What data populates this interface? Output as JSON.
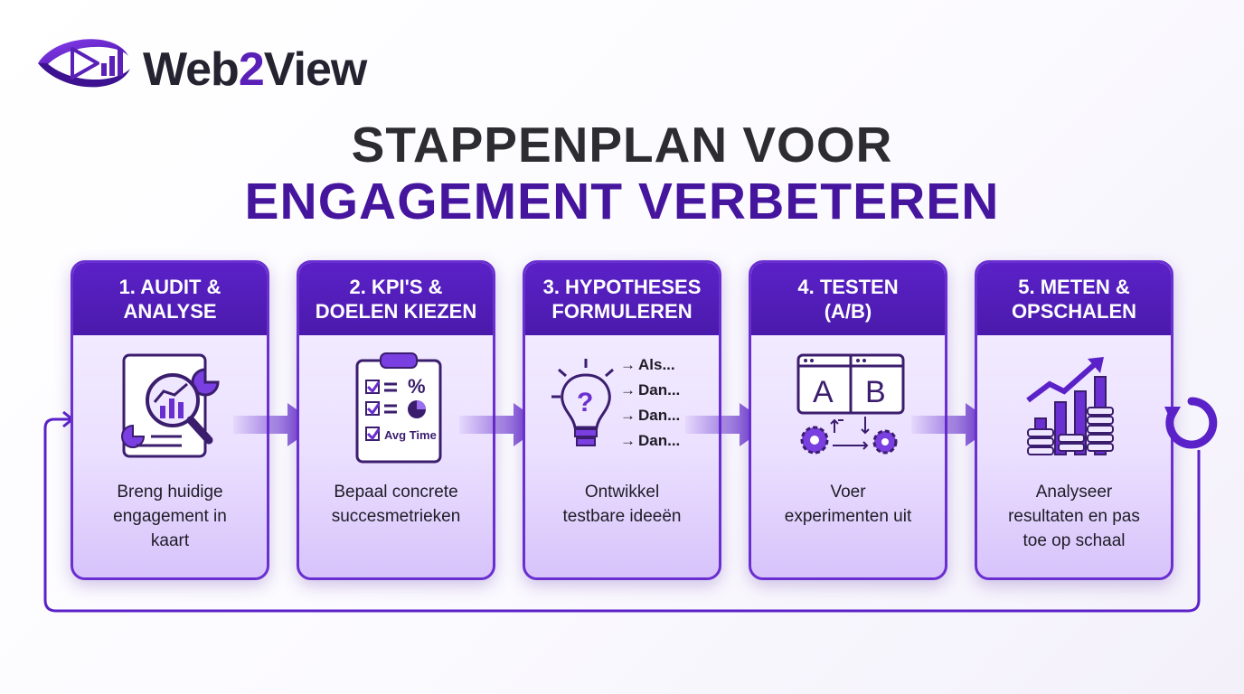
{
  "brand": {
    "name_part1": "Web",
    "name_accent": "2",
    "name_part2": "View"
  },
  "title": {
    "line1": "STAPPENPLAN VOOR",
    "line2": "ENGAGEMENT VERBETEREN"
  },
  "steps": [
    {
      "title": "1. AUDIT &\nANALYSE",
      "description": "Breng huidige\nengagement in\nkaart",
      "icon": "magnifier-chart-icon"
    },
    {
      "title": "2. KPI'S &\nDOELEN KIEZEN",
      "description": "Bepaal concrete\nsuccesmetrieken",
      "icon": "checklist-clipboard-icon",
      "icon_label": "Avg Time"
    },
    {
      "title": "3. HYPOTHESES\nFORMULEREN",
      "description": "Ontwikkel\ntestbare ideeën",
      "icon": "lightbulb-question-icon",
      "icon_lines": [
        "Als...",
        "Dan...",
        "Dan...",
        "Dan..."
      ]
    },
    {
      "title": "4. TESTEN\n(A/B)",
      "description": "Voer\nexperimenten uit",
      "icon": "ab-test-icon",
      "icon_labels": [
        "A",
        "B"
      ]
    },
    {
      "title": "5. METEN &\nOPSCHALEN",
      "description": "Analyseer\nresultaten en pas\ntoe op schaal",
      "icon": "growth-chart-icon"
    }
  ],
  "colors": {
    "primary": "#5b21c8",
    "dark": "#45159e",
    "text": "#2d2c31",
    "card_bg": "#efe6ff"
  }
}
